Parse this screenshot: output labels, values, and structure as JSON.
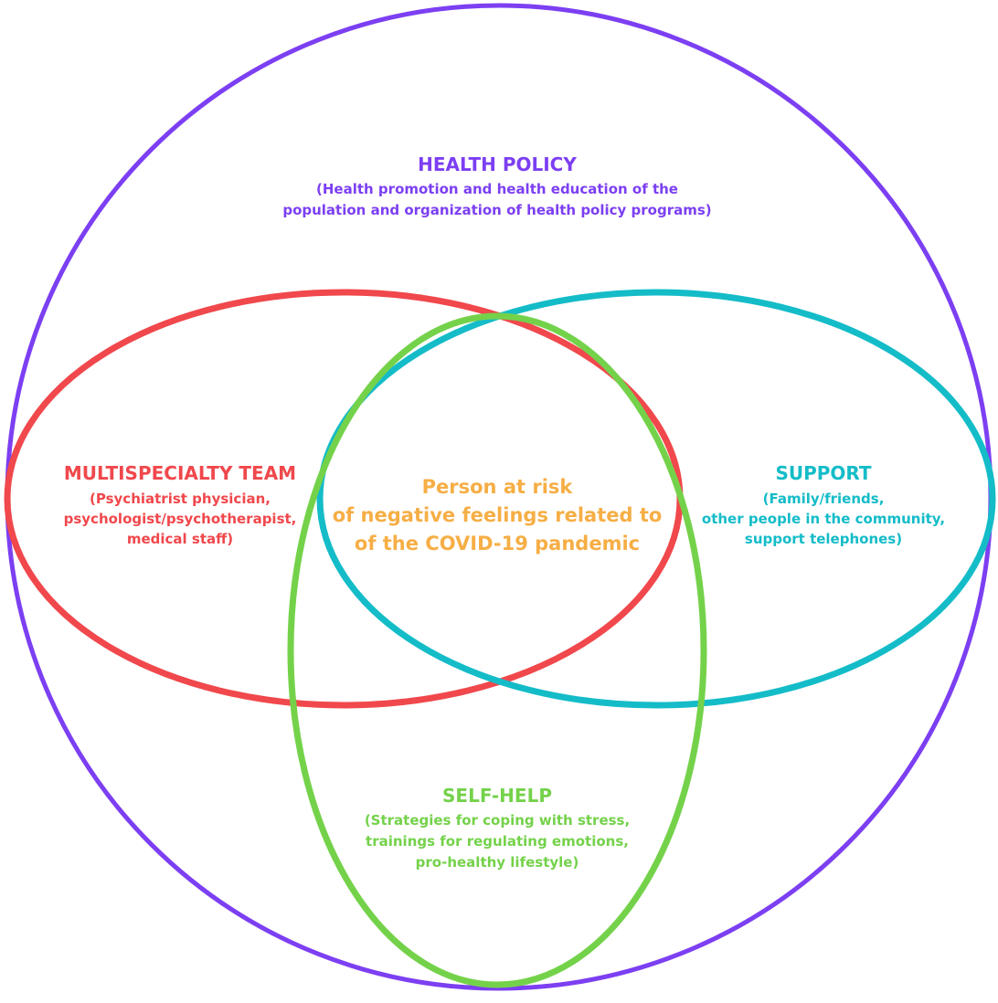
{
  "colors": {
    "health_policy": "#7c3ff2",
    "multispecialty": "#f0484c",
    "support": "#14bcc8",
    "self_help": "#74d24a",
    "center": "#f6ae45"
  },
  "health_policy": {
    "title": "HEALTH POLICY",
    "line1": "(Health promotion and health education of the",
    "line2": "population and organization of health policy programs)"
  },
  "multispecialty": {
    "title": "MULTISPECIALTY TEAM",
    "line1": "(Psychiatrist physician,",
    "line2": "psychologist/psychotherapist,",
    "line3": "medical staff)"
  },
  "support": {
    "title": "SUPPORT",
    "line1": "(Family/friends,",
    "line2": "other people in the community,",
    "line3": "support telephones)"
  },
  "center": {
    "line1": "Person at risk",
    "line2": "of negative feelings related to",
    "line3": "of the COVID-19 pandemic"
  },
  "self_help": {
    "title": "SELF-HELP",
    "line1": "(Strategies for coping with stress,",
    "line2": "trainings for regulating emotions,",
    "line3": "pro-healthy lifestyle)"
  }
}
